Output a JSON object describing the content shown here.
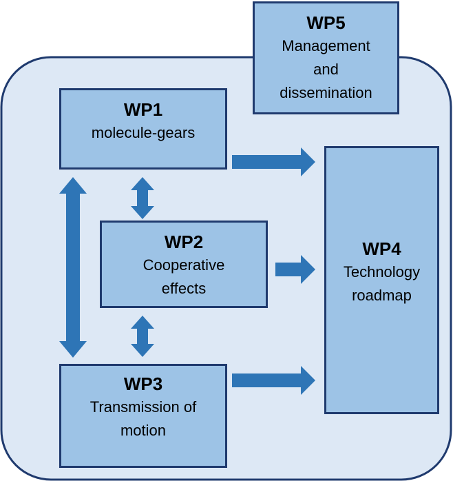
{
  "colors": {
    "container_fill": "#dde8f5",
    "container_border": "#1f3a6e",
    "box_fill": "#9dc3e6",
    "box_border": "#1f3a6e",
    "arrow_fill": "#2e75b6",
    "text": "#000000"
  },
  "work_packages": {
    "wp1": {
      "title": "WP1",
      "subtitle": "molecule-gears"
    },
    "wp2": {
      "title": "WP2",
      "subtitle": "Cooperative\neffects"
    },
    "wp3": {
      "title": "WP3",
      "subtitle": "Transmission  of\nmotion"
    },
    "wp4": {
      "title": "WP4",
      "subtitle": "Technology\nroadmap"
    },
    "wp5": {
      "title": "WP5",
      "subtitle": "Management\nand\ndissemination"
    }
  }
}
